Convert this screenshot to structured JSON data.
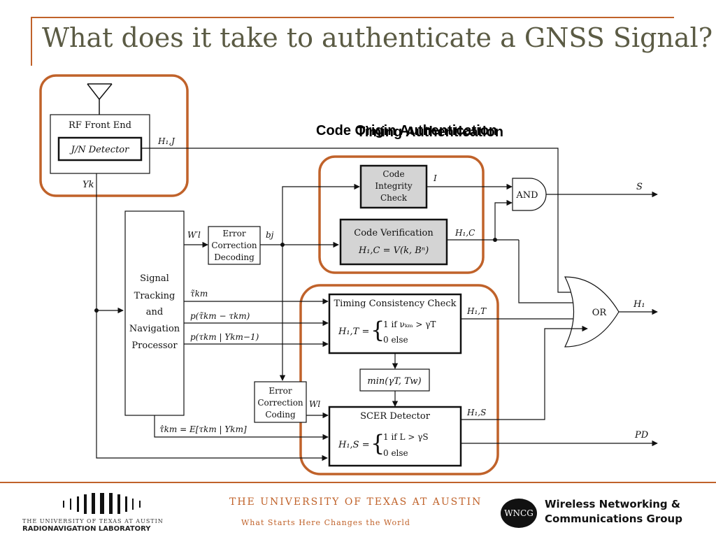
{
  "slide": {
    "title": "What does it take to authenticate a GNSS Signal?",
    "overlapping_labels": [
      "Code Origin Authentication",
      "Timing Authentication"
    ]
  },
  "colors": {
    "accent": "#c0622a",
    "title_text": "#5b5b44",
    "shaded_block": "#d4d4d4"
  },
  "diagram": {
    "rf_front_end": "RF Front End",
    "jn_detector": "J/N Detector",
    "code_integrity": [
      "Code",
      "Integrity",
      "Check"
    ],
    "code_verification": "Code Verification",
    "code_verification_eq": "H₁,C = V(k, Bⁿ)",
    "error_decoding": [
      "Error",
      "Correction",
      "Decoding"
    ],
    "signal_processor": [
      "Signal",
      "Tracking",
      "and",
      "Navigation",
      "Processor"
    ],
    "timing_check": "Timing Consistency Check",
    "timing_eq_lhs": "H₁,T =",
    "timing_eq_case1": "1   if νₖₘ > γT",
    "timing_eq_case2": "0   else",
    "min_block": "min(γT, Tw)",
    "error_coding": [
      "Error",
      "Correction",
      "Coding"
    ],
    "scer_detector": "SCER Detector",
    "scer_eq_lhs": "H₁,S =",
    "scer_eq_case1": "1   if L > γS",
    "scer_eq_case2": "0   else",
    "and_gate": "AND",
    "or_gate": "OR",
    "signals": {
      "h1j": "H₁,J",
      "yk": "Yk",
      "i": "I",
      "s": "S",
      "wl_prime": "W′l",
      "bj": "bj",
      "h1c": "H₁,C",
      "tau_tilde": "τ̃km",
      "p1": "p(τ̃km − τkm)",
      "p2": "p(τkm | Ykm−1)",
      "h1t": "H₁,T",
      "h1": "H₁",
      "wl": "Wl",
      "h1s": "H₁,S",
      "tau_hat": "τ̂km = E[τkm | Ykm]",
      "pd": "PD"
    }
  },
  "footer": {
    "rnl_line1": "THE UNIVERSITY OF TEXAS AT AUSTIN",
    "rnl_line2": "RADIONAVIGATION LABORATORY",
    "ut_line1": "THE UNIVERSITY OF TEXAS AT AUSTIN",
    "ut_line2": "What Starts Here Changes the World",
    "wncg_badge": "WNCG",
    "wncg_line1": "Wireless Networking &",
    "wncg_line2": "Communications Group"
  }
}
